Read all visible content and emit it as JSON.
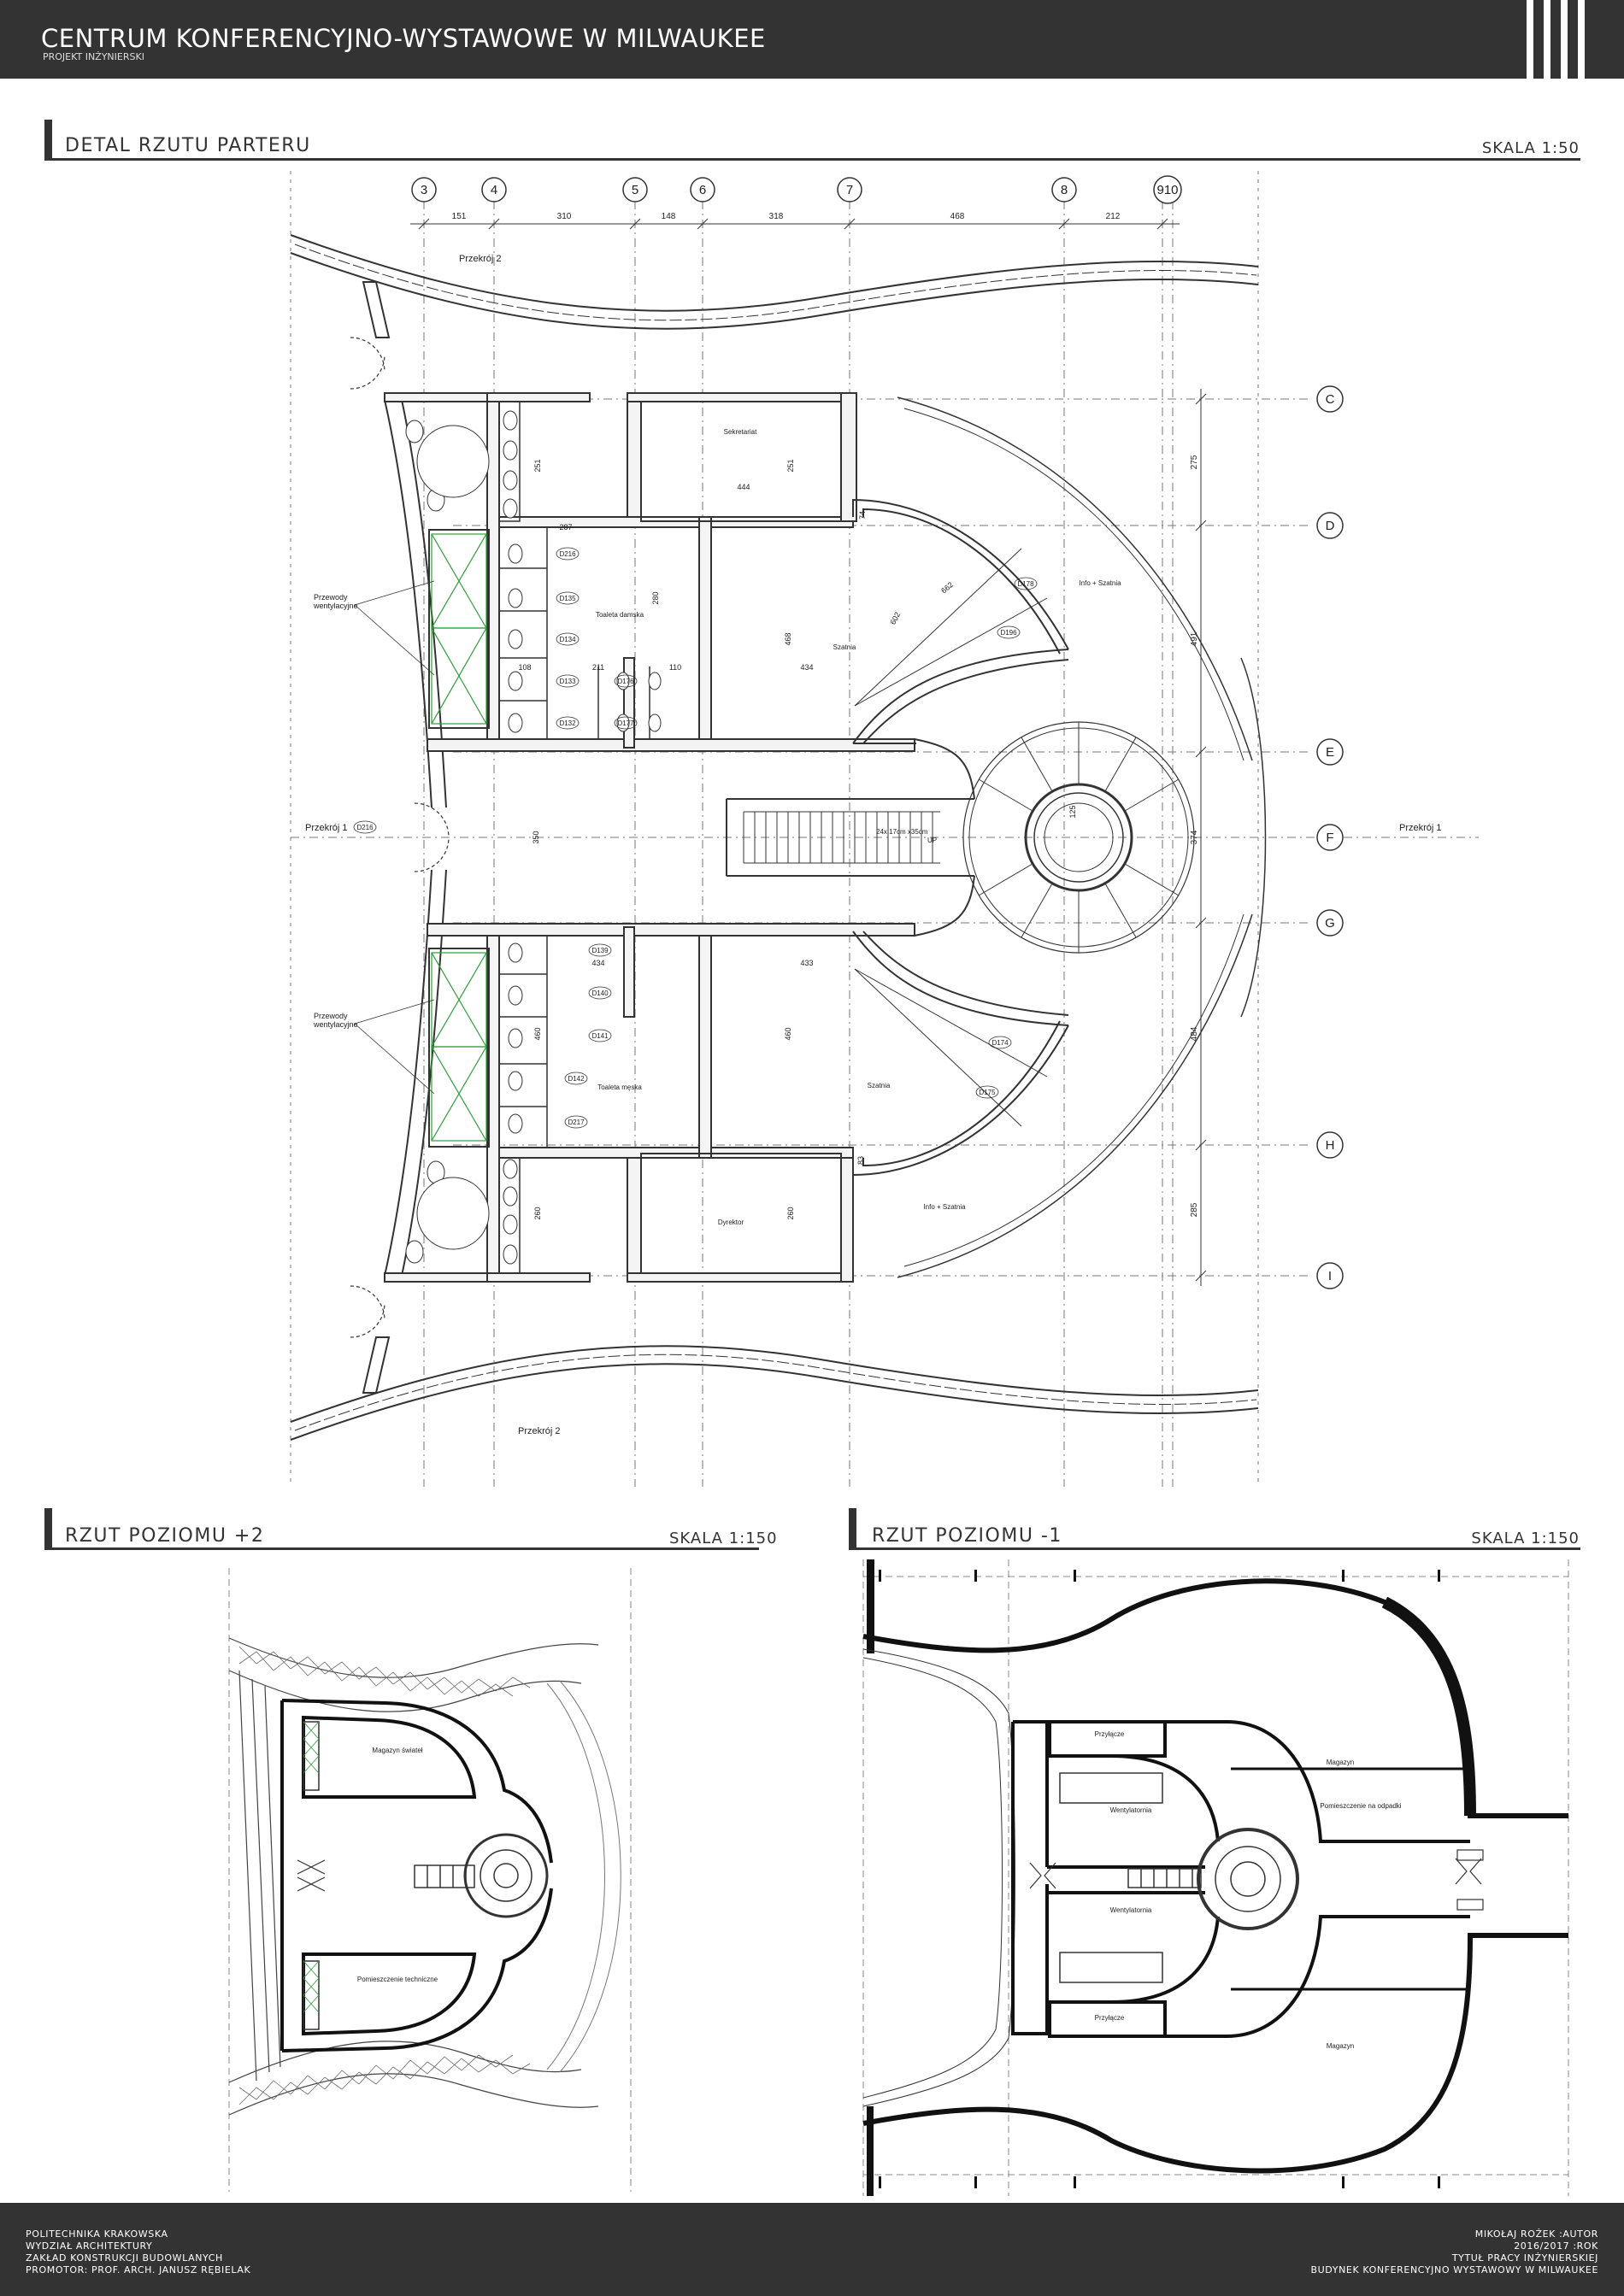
{
  "header": {
    "title": "CENTRUM KONFERENCYJNO-WYSTAWOWE W MILWAUKEE",
    "subtitle": "PROJEKT INŻYNIERSKI"
  },
  "main_plan": {
    "title": "DETAL RZUTU PARTERU",
    "scale": "SKALA 1:50",
    "axes_top": [
      "3",
      "4",
      "5",
      "6",
      "7",
      "8",
      "910"
    ],
    "dims_top": [
      "151",
      "310",
      "148",
      "318",
      "468",
      "212"
    ],
    "axes_right": [
      "C",
      "D",
      "E",
      "F",
      "G",
      "H",
      "I"
    ],
    "dims_right": [
      "275",
      "491",
      "374",
      "484",
      "285"
    ],
    "section_labels": {
      "s2_top": "Przekrój 2",
      "s2_bottom": "Przekrój 2",
      "s1_left": "Przekrój 1",
      "s1_right": "Przekrój 1"
    },
    "vent_label_line1": "Przewody",
    "vent_label_line2": "wentylacyjne",
    "rooms": {
      "sekretariat": "Sekretariat",
      "toaleta_damska": "Toaleta damska",
      "toaleta_meska": "Toaleta męska",
      "szatnia_top": "Szatnia",
      "szatnia_bottom": "Szatnia",
      "info_top": "Info + Szatnia",
      "info_bottom": "Info + Szatnia",
      "dyrektor": "Dyrektor"
    },
    "dims_inner": {
      "d287": "287",
      "d444": "444",
      "d251a": "251",
      "d251b": "251",
      "d74": "74",
      "d280": "280",
      "d468": "468",
      "d434a": "434",
      "d108": "108",
      "d211": "211",
      "d110": "110",
      "d350": "350",
      "d434b": "434",
      "d433": "433",
      "d460a": "460",
      "d460b": "460",
      "d260a": "260",
      "d260b": "260",
      "d83": "83",
      "d602": "602",
      "d662": "662",
      "d125": "125"
    },
    "door_tags": {
      "d216": "D216",
      "d135": "D135",
      "d134": "D134",
      "d133": "D133",
      "d132": "D132",
      "d176": "D176",
      "d177": "D177",
      "d196": "D196",
      "d139": "D139",
      "d140": "D140",
      "d141": "D141",
      "d142": "D142",
      "d217": "D217",
      "d174": "D174",
      "d175": "D175",
      "d178": "D178"
    },
    "stair_text": "24x 17cm\nx35cm",
    "stair_up": "UP"
  },
  "plan_plus2": {
    "title": "RZUT POZIOMU +2",
    "scale": "SKALA 1:150",
    "room_top": "Magazyn świateł",
    "room_bottom": "Pomieszczenie techniczne"
  },
  "plan_minus1": {
    "title": "RZUT POZIOMU -1",
    "scale": "SKALA 1:150",
    "rooms": {
      "przylacze_top": "Przyłącze",
      "przylacze_bottom": "Przyłącze",
      "wentylatornia_top": "Wentylatornia",
      "wentylatornia_bottom": "Wentylatornia",
      "magazyn_top": "Magazyn",
      "magazyn_bottom": "Magazyn",
      "odpadki": "Pomieszczenie na odpadki"
    }
  },
  "footer": {
    "left": [
      "POLITECHNIKA KRAKOWSKA",
      "WYDZIAŁ ARCHITEKTURY",
      "ZAKŁAD KONSTRUKCJI BUDOWLANYCH",
      "PROMOTOR: PROF. ARCH. JANUSZ RĘBIELAK"
    ],
    "right": [
      "MIKOŁAJ ROŻEK :AUTOR",
      "2016/2017 :ROK",
      "TYTUŁ PRACY INŻYNIERSKIEJ",
      "BUDYNEK KONFERENCYJNO WYSTAWOWY W MILWAUKEE"
    ]
  },
  "colors": {
    "dark": "#333333",
    "green_hatch": "#2e9e3a",
    "white": "#ffffff"
  }
}
